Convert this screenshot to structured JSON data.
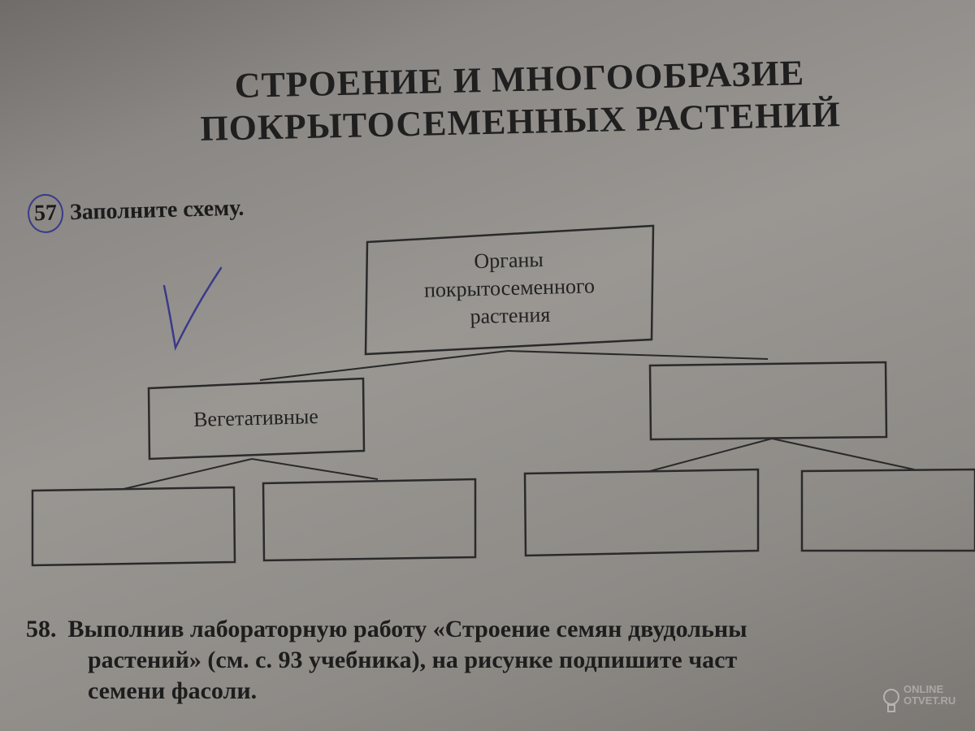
{
  "header": {
    "title_line1": "СТРОЕНИЕ И МНОГООБРАЗИЕ",
    "title_line2": "ПОКРЫТОСЕМЕННЫХ РАСТЕНИЙ"
  },
  "task57": {
    "number": "57",
    "question": "Заполните схему."
  },
  "diagram": {
    "root": {
      "line1": "Органы",
      "line2": "покрытосеменного",
      "line3": "растения"
    },
    "left_child": "Вегетативные",
    "right_child": "",
    "leaves": [
      "",
      "",
      "",
      ""
    ]
  },
  "task58": {
    "number": "58.",
    "line1": "Выполнив лабораторную работу «Строение семян двудольны",
    "line2": "растений» (см. с. 93 учебника), на рисунке подпишите част",
    "line3": "семени фасоли."
  },
  "watermark": {
    "line1": "ONLINE",
    "line2": "OTVET.RU"
  },
  "colors": {
    "paper": "#9a9793",
    "ink": "#1c1b1b",
    "pen": "#3a3a8a"
  }
}
